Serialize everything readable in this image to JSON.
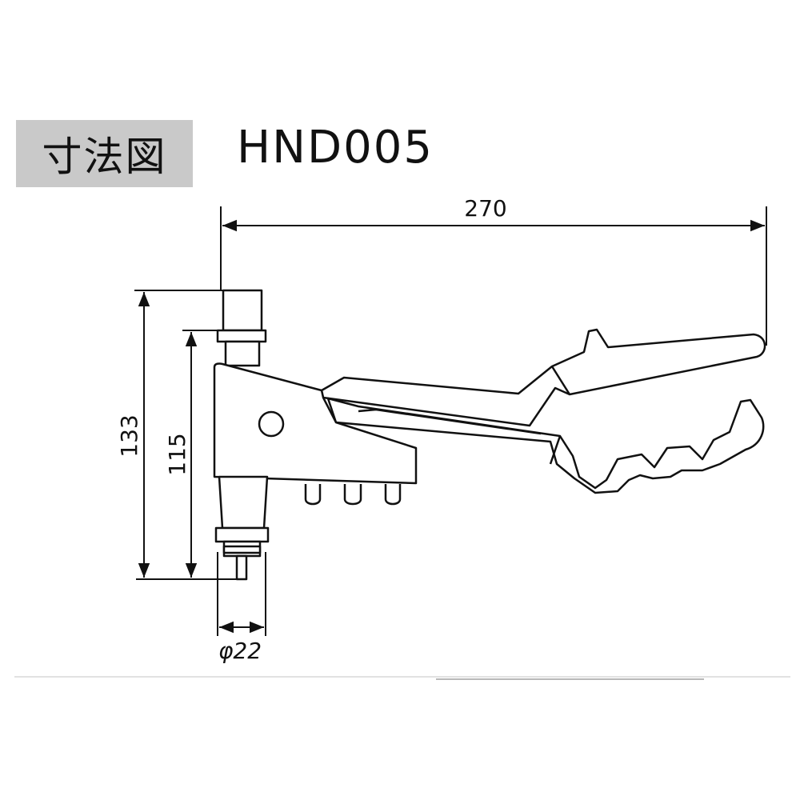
{
  "header": {
    "label": "寸法図",
    "model": "HND005"
  },
  "dimensions": {
    "length": "270",
    "height_total": "133",
    "height_body": "115",
    "diameter": "φ22"
  }
}
